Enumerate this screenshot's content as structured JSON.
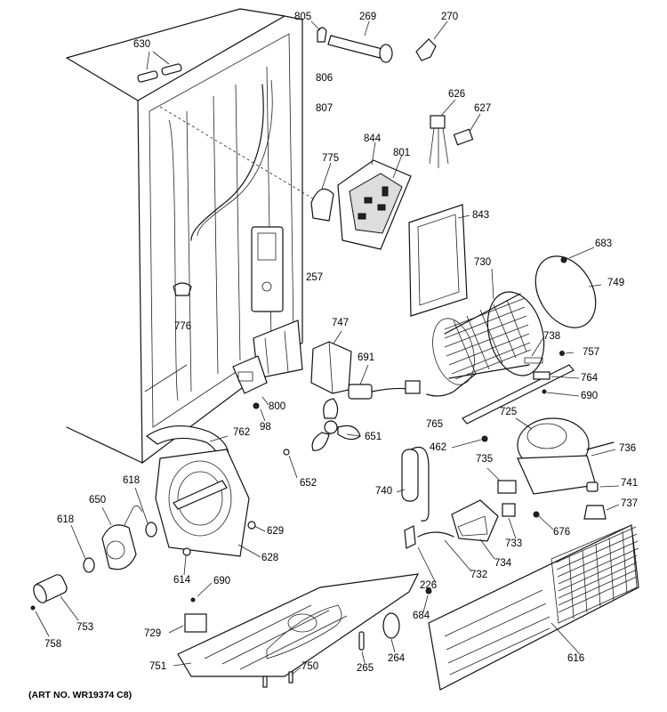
{
  "art_number": "(ART NO. WR19374 C8)",
  "part_numbers": {
    "p630": "630",
    "p805": "805",
    "p269": "269",
    "p270": "270",
    "p806": "806",
    "p807": "807",
    "p626": "626",
    "p627": "627",
    "p844": "844",
    "p801": "801",
    "p775": "775",
    "p843": "843",
    "p683": "683",
    "p730": "730",
    "p749": "749",
    "p257": "257",
    "p776": "776",
    "p747": "747",
    "p738": "738",
    "p757": "757",
    "p691": "691",
    "p764": "764",
    "p690a": "690",
    "p800": "800",
    "p98": "98",
    "p762": "762",
    "p651": "651",
    "p765": "765",
    "p725": "725",
    "p462": "462",
    "p736": "736",
    "p735": "735",
    "p618a": "618",
    "p650": "650",
    "p652": "652",
    "p740": "740",
    "p741": "741",
    "p737": "737",
    "p618b": "618",
    "p629": "629",
    "p676": "676",
    "p733": "733",
    "p628": "628",
    "p734": "734",
    "p732": "732",
    "p226": "226",
    "p614": "614",
    "p690b": "690",
    "p684": "684",
    "p729": "729",
    "p753": "753",
    "p758": "758",
    "p264": "264",
    "p265": "265",
    "p751": "751",
    "p750": "750",
    "p616": "616"
  }
}
